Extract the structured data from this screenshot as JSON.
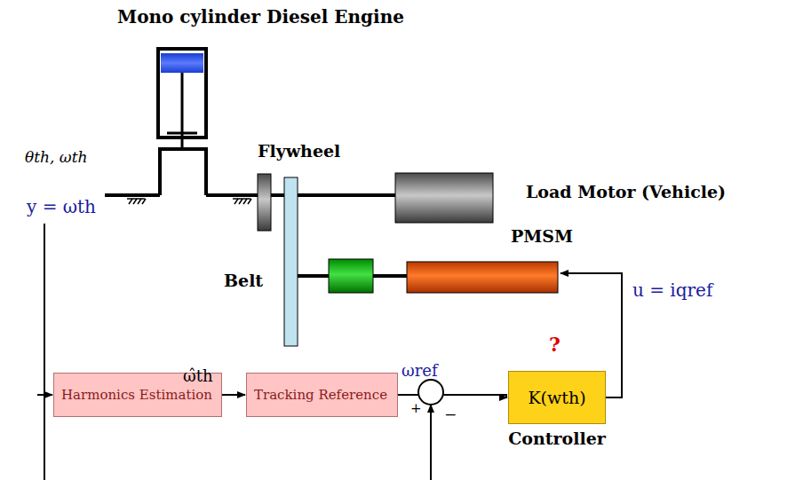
{
  "diagram": {
    "title": "Mono cylinder Diesel Engine",
    "nodes": [
      {
        "text": [
          "Harmonics Estimation"
        ]
      },
      {
        "text": [
          "Tracking Reference"
        ]
      },
      {
        "text": [
          "K(wth)",
          "Controller"
        ]
      }
    ],
    "edges": [
      {
        "from": 0,
        "to": 1,
        "arrow": "to",
        "label": "ω̂th"
      },
      {
        "from": 1,
        "to": 2,
        "arrow": "to",
        "label": "ωref"
      }
    ],
    "labels": [
      "θth, ωth",
      "y = ωth",
      "Flywheel",
      "Load Motor (Vehicle)",
      "PMSM",
      "Belt",
      "u = iqref",
      "?",
      "+",
      "−"
    ]
  }
}
